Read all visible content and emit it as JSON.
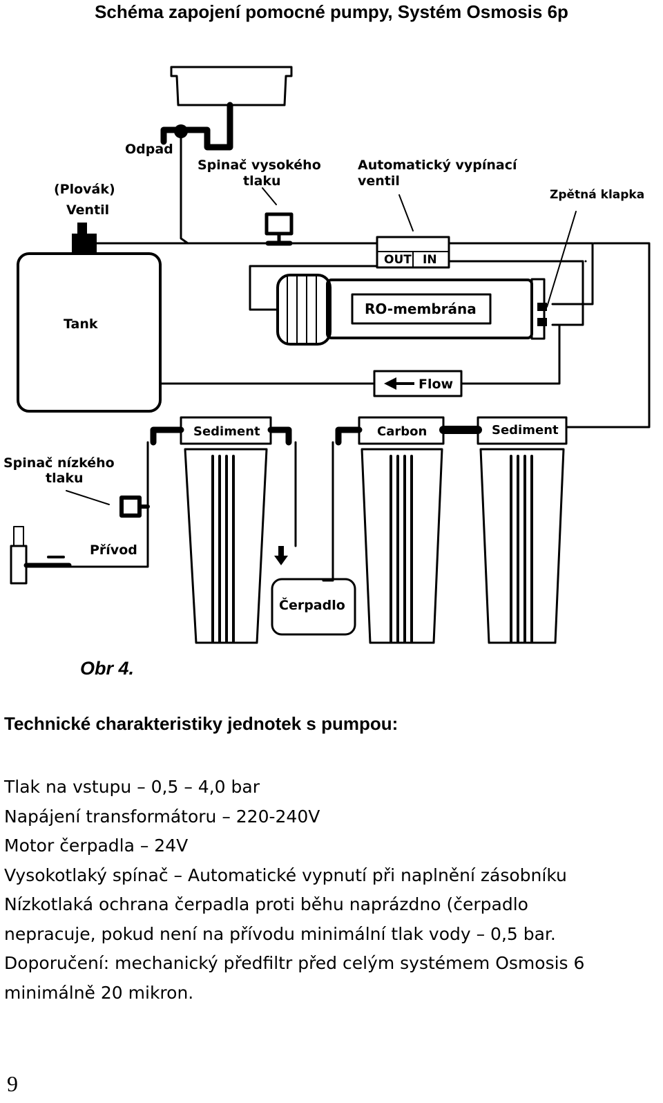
{
  "document": {
    "title": "Schéma zapojení pomocné pumpy, Systém Osmosis 6p",
    "caption": "Obr 4.",
    "spec_heading": "Technické charakteristiky jednotek s pumpou:",
    "spec_lines": [
      "Tlak na vstupu – 0,5 – 4,0 bar",
      "Napájení transformátoru – 220-240V",
      "Motor čerpadla – 24V",
      "Vysokotlaký spínač – Automatické vypnutí při naplnění zásobníku",
      "Nízkotlaká ochrana čerpadla proti běhu naprázdno (čerpadlo",
      "nepracuje, pokud není na přívodu minimální tlak vody – 0,5 bar.",
      "Doporučení: mechanický předfiltr před celým systémem Osmosis 6",
      "minimálně 20 mikron."
    ],
    "page_number": "9"
  },
  "diagram": {
    "labels": {
      "odpad": "Odpad",
      "plovak": "(Plovák)",
      "ventil": "Ventil",
      "spinac_vysokeho_1": "Spinač vysokého",
      "spinac_vysokeho_2": "tlaku",
      "automaticky_1": "Automatický vypínací",
      "automaticky_2": "ventil",
      "zpetna_klapka": "Zpětná klapka",
      "tank": "Tank",
      "out": "OUT",
      "in": "IN",
      "ro_membrana": "RO-membrána",
      "flow": "Flow",
      "sediment_left": "Sediment",
      "carbon": "Carbon",
      "sediment_right": "Sediment",
      "spinac_nizkeho_1": "Spinač nízkého",
      "spinac_nizkeho_2": "tlaku",
      "privod": "Přívod",
      "cerpadlo": "Čerpadlo"
    }
  }
}
